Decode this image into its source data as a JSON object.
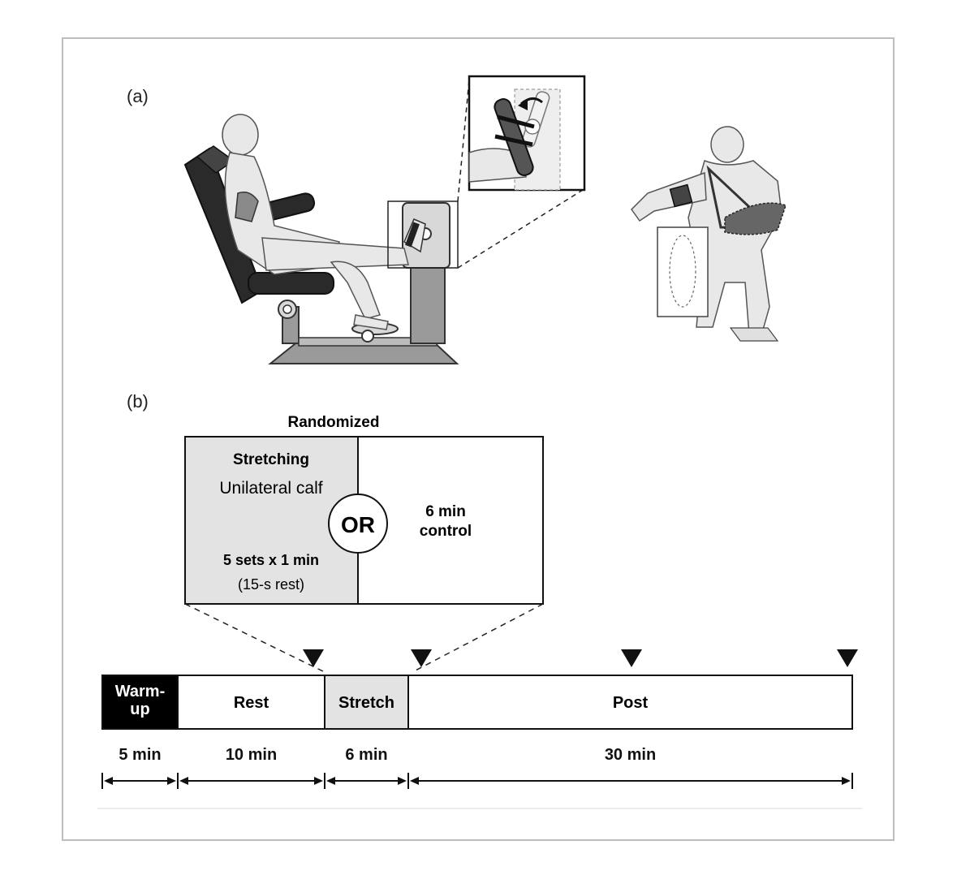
{
  "panel_a": {
    "label": "(a)"
  },
  "panel_b": {
    "label": "(b)",
    "randomized_title": "Randomized",
    "stretching_box": {
      "title": "Stretching",
      "subtitle": "Unilateral calf",
      "sets": "5 sets x 1 min",
      "rest": "(15-s rest)"
    },
    "or_label": "OR",
    "control_box": {
      "line1": "6 min",
      "line2": "control"
    },
    "timeline": {
      "segments": [
        {
          "label_line1": "Warm-",
          "label_line2": "up",
          "duration": "5 min",
          "fill": "#000000",
          "text_color": "#ffffff"
        },
        {
          "label_line1": "Rest",
          "label_line2": "",
          "duration": "10 min",
          "fill": "#ffffff",
          "text_color": "#000000"
        },
        {
          "label_line1": "Stretch",
          "label_line2": "",
          "duration": "6 min",
          "fill": "#e3e3e3",
          "text_color": "#000000"
        },
        {
          "label_line1": "Post",
          "label_line2": "",
          "duration": "30 min",
          "fill": "#ffffff",
          "text_color": "#000000"
        }
      ]
    }
  },
  "colors": {
    "gray_fill": "#e3e3e3",
    "frame_border": "#bdbdbd",
    "machine_gray": "#9a9a9a",
    "body_light": "#e8e8e8"
  }
}
